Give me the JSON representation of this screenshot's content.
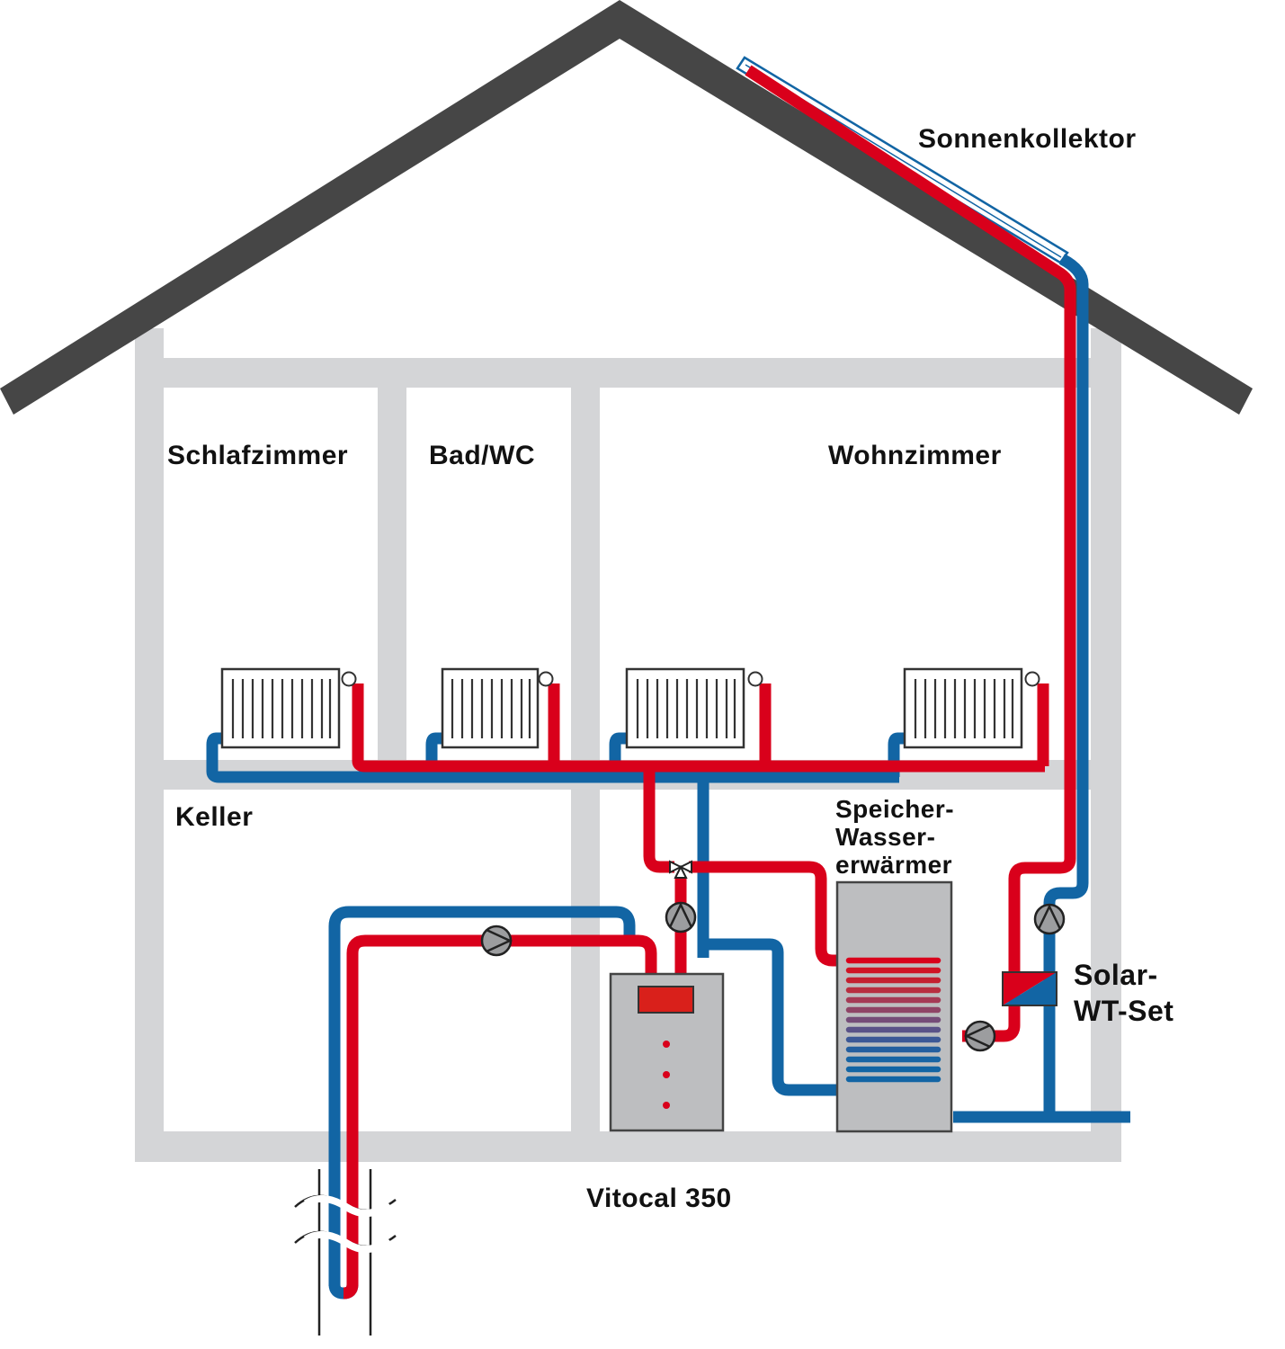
{
  "labels": {
    "sonnenkollektor": "Sonnenkollektor",
    "schlafzimmer": "Schlafzimmer",
    "bad_wc": "Bad/WC",
    "wohnzimmer": "Wohnzimmer",
    "keller": "Keller",
    "speicher_line1": "Speicher-",
    "speicher_line2": "Wasser-",
    "speicher_line3": "erwärmer",
    "solar_line1": "Solar-",
    "solar_line2": "WT-Set",
    "vitocal": "Vitocal 350"
  },
  "colors": {
    "roof": "#464646",
    "walls": "#d4d5d7",
    "hot_pipe": "#d9001b",
    "cold_pipe": "#1265a4",
    "unit_gray": "#bdbec0",
    "outline": "#444444"
  },
  "icons": {
    "radiator": "radiator-icon",
    "pump": "pump-icon",
    "valve": "three-way-valve-icon",
    "collector": "solar-collector-icon",
    "break": "pipe-break-icon"
  }
}
